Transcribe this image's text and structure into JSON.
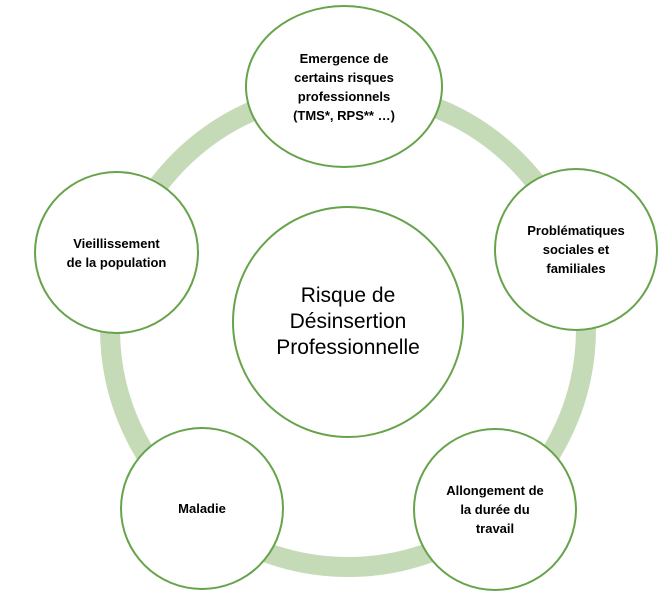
{
  "colors": {
    "ring": "#c5dbb8",
    "circle_border": "#66a34a",
    "text": "#000000",
    "background": "#ffffff"
  },
  "center": {
    "line1": "Risque de",
    "line2": "Désinsertion",
    "line3": "Professionnelle"
  },
  "nodes": {
    "top": {
      "line1": "Emergence de",
      "line2": "certains risques",
      "line3": "professionnels",
      "line4": "(TMS*, RPS** …)"
    },
    "right": {
      "line1": "Problématiques",
      "line2": "sociales et",
      "line3": "familiales"
    },
    "bottom_right": {
      "line1": "Allongement de",
      "line2": "la durée du",
      "line3": "travail"
    },
    "bottom_left": {
      "line1": "Maladie"
    },
    "left": {
      "line1": "Vieillissement",
      "line2": "de la population"
    }
  }
}
